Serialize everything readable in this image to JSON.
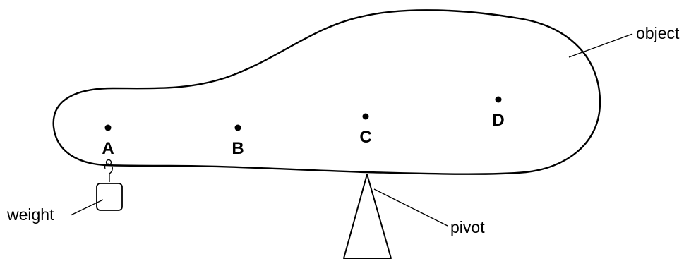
{
  "labels": {
    "object": "object",
    "weight": "weight",
    "pivot": "pivot"
  },
  "points": [
    {
      "id": "A"
    },
    {
      "id": "B"
    },
    {
      "id": "C"
    },
    {
      "id": "D"
    }
  ],
  "colors": {
    "ink": "#000000",
    "background": "#ffffff"
  }
}
